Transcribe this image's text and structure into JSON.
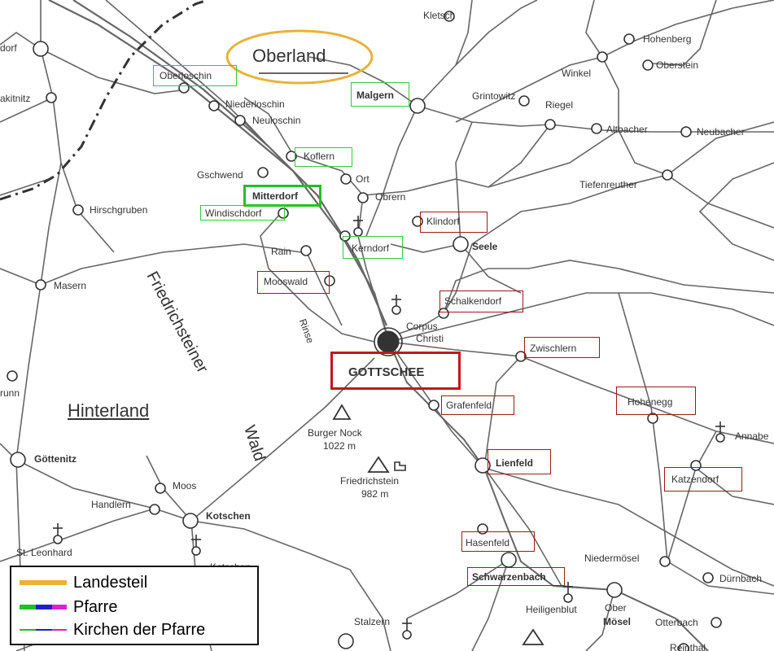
{
  "regions": {
    "oberland": "Oberland",
    "hinterland": "Hinterland",
    "forest": "Friedrichsteiner",
    "forest2": "Wald"
  },
  "town": "GOTTSCHEE",
  "places": {
    "kletsch": "Kletsch",
    "hohenberg": "Hohenberg",
    "oberstein": "Oberstein",
    "winkel": "Winkel",
    "grintowitz": "Grintowitz",
    "riegel": "Riegel",
    "altbacher": "Altbacher",
    "neubacher": "Neubacher",
    "tiefenreuther": "Tiefenreuther",
    "dorf": "dorf",
    "akitnitz": "akitnitz",
    "oberloschin": "Oberloschin",
    "niederloschin": "Niederloschin",
    "neuloschin": "Neuloschin",
    "malgern": "Malgern",
    "koflern": "Koflern",
    "gschwend": "Gschwend",
    "ort": "Ort",
    "mitterdorf": "Mitterdorf",
    "obrern": "Obrern",
    "windischdorf": "Windischdorf",
    "hirschgruben": "Hirschgruben",
    "klindorf": "Klindorf",
    "seele": "Seele",
    "kerndorf": "Kerndorf",
    "rain": "Rain",
    "mooswald": "Mooswald",
    "masern": "Masern",
    "schalkendorf": "Schalkendorf",
    "corpus": "Corpus",
    "christi": "Christi",
    "rinse": "Rinse",
    "zwischlern": "Zwischlern",
    "runn": "runn",
    "grafenfeld": "Grafenfeld",
    "hohenegg": "Hohenegg",
    "annabe": "Annabe",
    "burger_nock": "Burger Nock",
    "burger_alt": "1022 m",
    "friedrichstein": "Friedrichstein",
    "friedrichstein_alt": "982 m",
    "gottenitz": "Göttenitz",
    "lienfeld": "Lienfeld",
    "katzendorf": "Katzendorf",
    "moos": "Moos",
    "handlern": "Handlern",
    "kotschen": "Kotschen",
    "kotschen2": "Kotschen",
    "st_leonhard": "St. Leonhard",
    "hasenfeld": "Hasenfeld",
    "niedermosel": "Niedermösel",
    "schwarzenbach": "Schwarzenbach",
    "durnbach": "Dürnbach",
    "heiligenblut": "Heiligenblut",
    "ober": "Ober",
    "mosel": "Mösel",
    "otterbach": "Otterbach",
    "stalzern": "Stalzern",
    "reinthal": "Reinthal"
  },
  "legend": {
    "landesteil": "Landesteil",
    "pfarre": "Pfarre",
    "kirchen": "Kirchen der Pfarre"
  },
  "colors": {
    "landesteil": "#e8b23a",
    "pfarre_green": "#22c022",
    "pfarre_blue": "#1f1fd0",
    "pfarre_magenta": "#e020d0",
    "red_box": "#a01818"
  }
}
